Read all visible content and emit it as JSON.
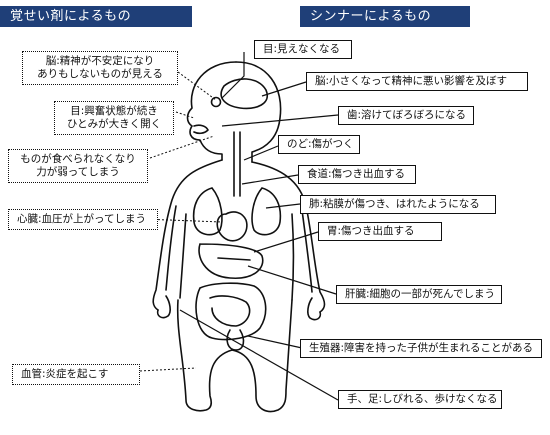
{
  "headers": {
    "left": "覚せい剤によるもの",
    "right": "シンナーによるもの"
  },
  "stimulant_effects": [
    {
      "line1": "脳:精神が不安定になり",
      "line2": "ありもしないものが見える"
    },
    {
      "line1": "目:興奮状態が続き",
      "line2": "ひとみが大きく開く"
    },
    {
      "line1": "ものが食べられなくなり",
      "line2": "力が弱ってしまう"
    },
    {
      "line1": "心臓:血圧が上がってしまう"
    },
    {
      "line1": "血管:炎症を起こす"
    }
  ],
  "thinner_effects": [
    {
      "line1": "目:見えなくなる"
    },
    {
      "line1": "脳:小さくなって精神に悪い影響を及ぼす"
    },
    {
      "line1": "歯:溶けてぼろぼろになる"
    },
    {
      "line1": "のど:傷がつく"
    },
    {
      "line1": "食道:傷つき出血する"
    },
    {
      "line1": "肺:粘膜が傷つき、はれたようになる"
    },
    {
      "line1": "胃:傷つき出血する"
    },
    {
      "line1": "肝臓:細胞の一部が死んでしまう"
    },
    {
      "line1": "生殖器:障害を持った子供が生まれることがある"
    },
    {
      "line1": "手、足:しびれる、歩けなくなる"
    }
  ]
}
